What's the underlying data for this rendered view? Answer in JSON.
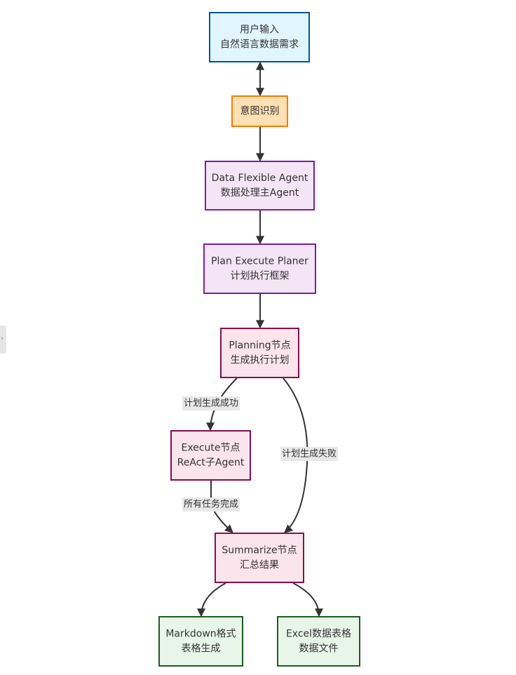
{
  "theme": {
    "edge_color": "#333333",
    "text_color": "#333333",
    "label_bg": "#e8e8e8",
    "styles": {
      "blue": {
        "fill": "#e1f5fe",
        "stroke": "#01579b"
      },
      "orange": {
        "fill": "#ffe0b2",
        "stroke": "#f57c00"
      },
      "purple": {
        "fill": "#f3e5f5",
        "stroke": "#7b1fa2"
      },
      "pink": {
        "fill": "#fce4ec",
        "stroke": "#880e4f"
      },
      "green": {
        "fill": "#e8f5e9",
        "stroke": "#1b5e20"
      }
    }
  },
  "nodes": {
    "user_input": {
      "lines": [
        "用户输入",
        "自然语言数据需求"
      ],
      "style": "blue"
    },
    "intent": {
      "lines": [
        "意图识别"
      ],
      "style": "orange"
    },
    "agent": {
      "lines": [
        "Data Flexible Agent",
        "数据处理主Agent"
      ],
      "style": "purple"
    },
    "planer": {
      "lines": [
        "Plan Execute Planer",
        "计划执行框架"
      ],
      "style": "purple"
    },
    "planning": {
      "lines": [
        "Planning节点",
        "生成执行计划"
      ],
      "style": "pink"
    },
    "execute": {
      "lines": [
        "Execute节点",
        "ReAct子Agent"
      ],
      "style": "pink"
    },
    "summarize": {
      "lines": [
        "Summarize节点",
        "汇总结果"
      ],
      "style": "pink"
    },
    "markdown": {
      "lines": [
        "Markdown格式",
        "表格生成"
      ],
      "style": "green"
    },
    "excel": {
      "lines": [
        "Excel数据表格",
        "数据文件"
      ],
      "style": "green"
    }
  },
  "edges": [
    {
      "from": "user_input",
      "to": "intent",
      "bidirectional": true,
      "label": ""
    },
    {
      "from": "intent",
      "to": "agent",
      "label": ""
    },
    {
      "from": "agent",
      "to": "planer",
      "label": ""
    },
    {
      "from": "planer",
      "to": "planning",
      "label": ""
    },
    {
      "from": "planning",
      "to": "execute",
      "label": "计划生成成功"
    },
    {
      "from": "planning",
      "to": "summarize",
      "label": "计划生成失败"
    },
    {
      "from": "execute",
      "to": "summarize",
      "label": "所有任务完成"
    },
    {
      "from": "summarize",
      "to": "markdown",
      "label": ""
    },
    {
      "from": "summarize",
      "to": "excel",
      "label": ""
    }
  ]
}
